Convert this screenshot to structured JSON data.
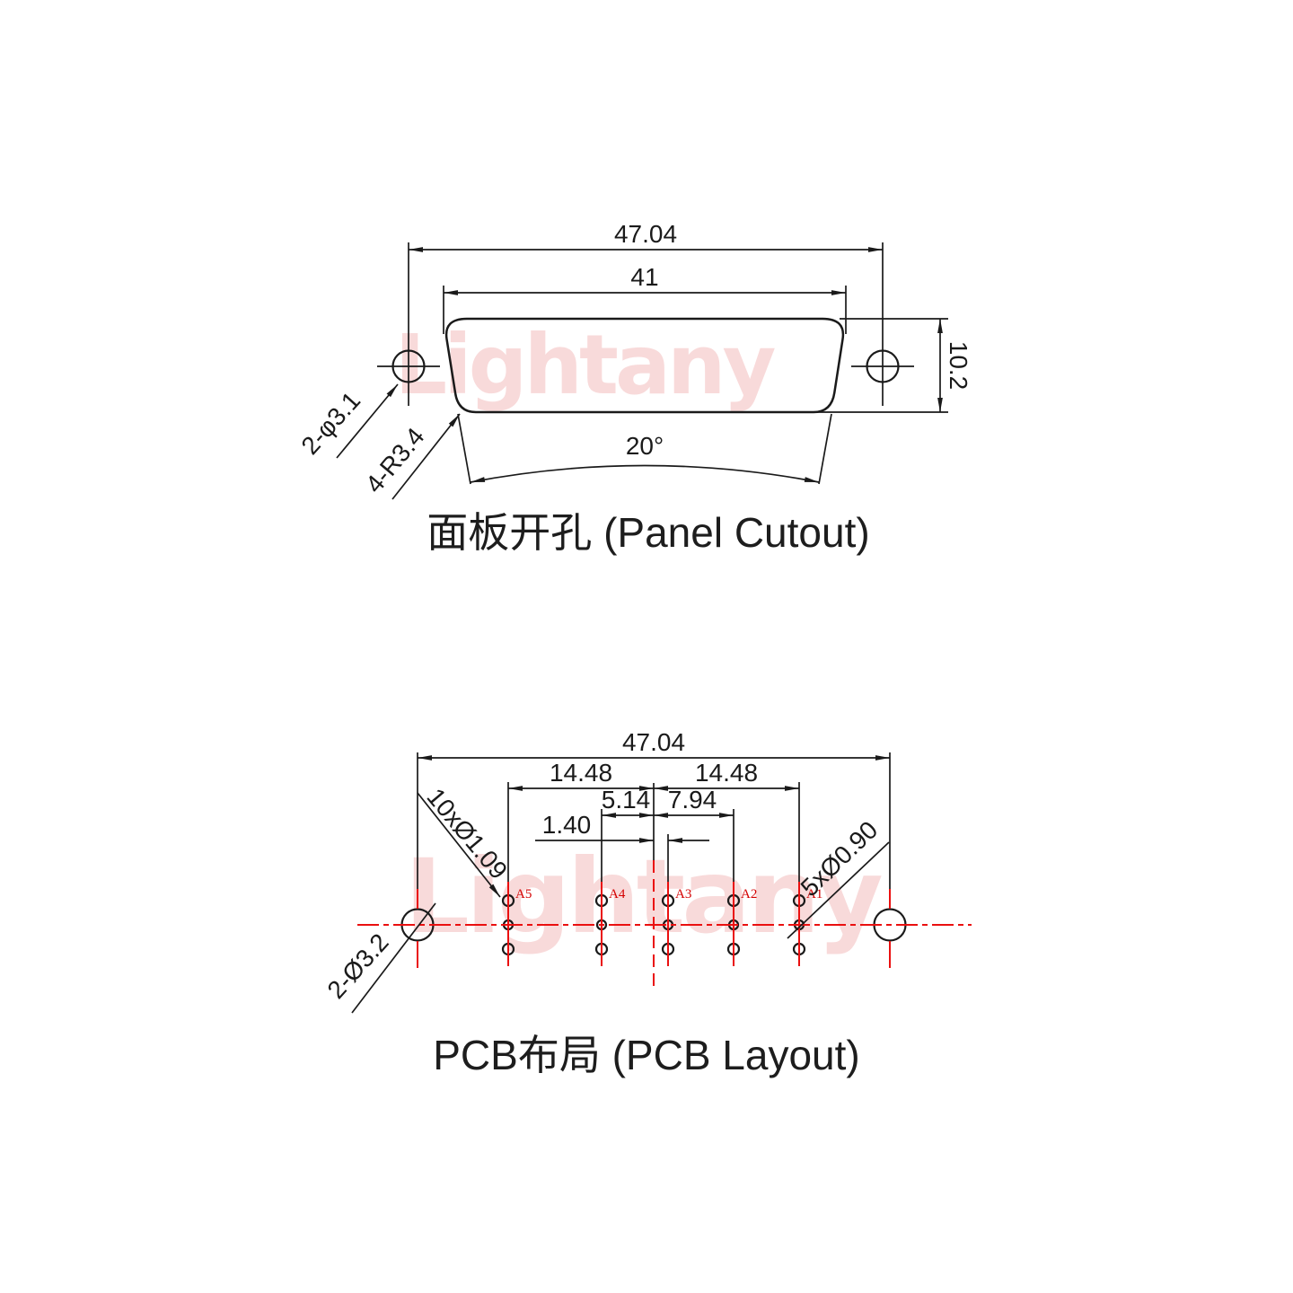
{
  "watermark": {
    "text": "Lightany"
  },
  "panel_cutout": {
    "title": "面板开孔 (Panel Cutout)",
    "dim_overall_width": "47.04",
    "dim_opening_width": "41",
    "dim_opening_height": "10.2",
    "dim_side_angle": "20°",
    "label_mount_holes": "2-φ3.1",
    "label_corner_radius": "4-R3.4"
  },
  "pcb_layout": {
    "title": "PCB布局 (PCB Layout)",
    "dim_overall_width": "47.04",
    "dim_left_pitch": "14.48",
    "dim_right_pitch": "14.48",
    "dim_a4_to_center": "5.14",
    "dim_center_to_a2": "7.94",
    "dim_center_to_a3": "1.40",
    "label_signal_holes": "10xØ1.09",
    "label_contact_holes": "5xØ0.90",
    "label_mount_holes": "2-Ø3.2",
    "pin_labels": [
      "A5",
      "A4",
      "A3",
      "A2",
      "A1"
    ]
  },
  "colors": {
    "line": "#1a1a1a",
    "red": "#ea1010",
    "pin_red": "#d40000",
    "watermark": "#f4bcbc"
  }
}
